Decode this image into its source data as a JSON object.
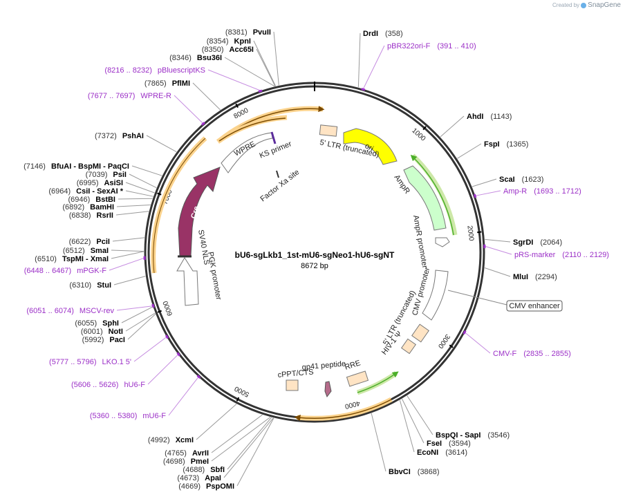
{
  "credit": {
    "prefix": "Created by",
    "brand": "SnapGene"
  },
  "map": {
    "name": "bU6-sgLkb1_1st-mU6-sgNeo1-hU6-sgNT",
    "length_label": "8672 bp",
    "length": 8672
  },
  "ticks": [
    {
      "pos": 1000,
      "label": "1000"
    },
    {
      "pos": 2000,
      "label": "2000"
    },
    {
      "pos": 3000,
      "label": "3000"
    },
    {
      "pos": 4000,
      "label": "4000"
    },
    {
      "pos": 5000,
      "label": "5000"
    },
    {
      "pos": 6000,
      "label": "6000"
    },
    {
      "pos": 7000,
      "label": "7000"
    },
    {
      "pos": 8000,
      "label": "8000"
    }
  ],
  "enzymes": [
    {
      "name": "DrdI",
      "code": "(358)",
      "side": "r"
    },
    {
      "name": "AhdI",
      "code": "(1143)",
      "side": "r"
    },
    {
      "name": "FspI",
      "code": "(1365)",
      "side": "r"
    },
    {
      "name": "ScaI",
      "code": "(1623)",
      "side": "r"
    },
    {
      "name": "SgrDI",
      "code": "(2064)",
      "side": "r"
    },
    {
      "name": "MluI",
      "code": "(2294)",
      "side": "r"
    },
    {
      "name": "BspQI  -  SapI",
      "code": "(3546)",
      "side": "r"
    },
    {
      "name": "FseI",
      "code": "(3594)",
      "side": "r"
    },
    {
      "name": "EcoNI",
      "code": "(3614)",
      "side": "r"
    },
    {
      "name": "BbvCI",
      "code": "(3868)",
      "side": "r"
    },
    {
      "name": "XcmI",
      "code": "(4992)",
      "side": "l"
    },
    {
      "name": "AvrII",
      "code": "(4765)",
      "side": "l"
    },
    {
      "name": "PmeI",
      "code": "(4698)",
      "side": "l"
    },
    {
      "name": "SbfI",
      "code": "(4688)",
      "side": "l"
    },
    {
      "name": "ApaI",
      "code": "(4673)",
      "side": "l"
    },
    {
      "name": "PspOMI",
      "code": "(4669)",
      "side": "l"
    },
    {
      "name": "PacI",
      "code": "(5992)",
      "side": "l"
    },
    {
      "name": "NotI",
      "code": "(6001)",
      "side": "l"
    },
    {
      "name": "SphI",
      "code": "(6055)",
      "side": "l"
    },
    {
      "name": "StuI",
      "code": "(6310)",
      "side": "l"
    },
    {
      "name": "TspMI  -  XmaI",
      "code": "(6510)",
      "side": "l"
    },
    {
      "name": "SmaI",
      "code": "(6512)",
      "side": "l"
    },
    {
      "name": "PciI",
      "code": "(6622)",
      "side": "l"
    },
    {
      "name": "RsrII",
      "code": "(6838)",
      "side": "l"
    },
    {
      "name": "BamHI",
      "code": "(6892)",
      "side": "l"
    },
    {
      "name": "BstBI",
      "code": "(6946)",
      "side": "l"
    },
    {
      "name": "CsiI  -  SexAI *",
      "code": "(6964)",
      "side": "l"
    },
    {
      "name": "AsiSI",
      "code": "(6995)",
      "side": "l"
    },
    {
      "name": "PsiI",
      "code": "(7039)",
      "side": "l"
    },
    {
      "name": "BfuAI  -  BspMI  -  PaqCI",
      "code": "(7146)",
      "side": "l"
    },
    {
      "name": "PshAI",
      "code": "(7372)",
      "side": "l"
    },
    {
      "name": "PflMI",
      "code": "(7865)",
      "side": "l"
    },
    {
      "name": "Bsu36I",
      "code": "(8346)",
      "side": "l"
    },
    {
      "name": "Acc65I",
      "code": "(8350)",
      "side": "l"
    },
    {
      "name": "KpnI",
      "code": "(8354)",
      "side": "l"
    },
    {
      "name": "PvuII",
      "code": "(8381)",
      "side": "l"
    }
  ],
  "primers": [
    {
      "name": "pBR322ori-F",
      "range": "(391 .. 410)",
      "side": "r"
    },
    {
      "name": "Amp-R",
      "range": "(1693 .. 1712)",
      "side": "r"
    },
    {
      "name": "pRS-marker",
      "range": "(2110 .. 2129)",
      "side": "r"
    },
    {
      "name": "CMV-F",
      "range": "(2835 .. 2855)",
      "side": "r"
    },
    {
      "name": "mU6-F",
      "range": "(5360 .. 5380)",
      "side": "l"
    },
    {
      "name": "hU6-F",
      "range": "(5606 .. 5626)",
      "side": "l"
    },
    {
      "name": "LKO.1 5'",
      "range": "(5777 .. 5796)",
      "side": "l"
    },
    {
      "name": "MSCV-rev",
      "range": "(6051 .. 6074)",
      "side": "l"
    },
    {
      "name": "mPGK-F",
      "range": "(6448 .. 6467)",
      "side": "l"
    },
    {
      "name": "WPRE-R",
      "range": "(7677 .. 7697)",
      "side": "l"
    },
    {
      "name": "pBluescriptKS",
      "range": "(8216 .. 8232)",
      "side": "l"
    }
  ],
  "features": {
    "ori": "ori",
    "ampr": "AmpR",
    "ampr_promoter": "AmpR promoter",
    "ltr5": "5' LTR (truncated)",
    "ks_primer": "KS primer",
    "wpre": "WPRE",
    "factor_xa": "Factor Xa site",
    "cre": "Cre",
    "sv40_nls": "SV40 NLS",
    "pgk_promoter": "PGK promoter",
    "cmv_promoter": "CMV promoter",
    "cmv_enhancer": "CMV enhancer",
    "ltr5b": "5' LTR (truncated)",
    "hiv_psi": "HIV-1 Ψ",
    "rre": "RRE",
    "gp41": "gp41 peptide",
    "cppt": "cPPT/CTS"
  },
  "colors": {
    "backbone": "#333333",
    "ori": "#ffff00",
    "ampr": "#ccffcc",
    "cre": "#993366",
    "peach": "#ffe4c4",
    "orange": "#f5a623",
    "green": "#4caf2a",
    "primer": "#9b2fc7"
  }
}
